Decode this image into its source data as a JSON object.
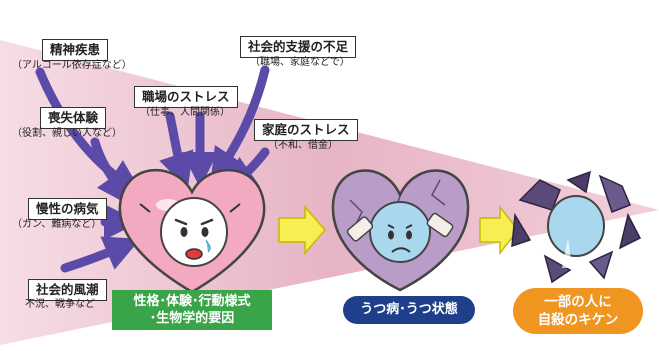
{
  "factors": [
    {
      "key": "mental_illness",
      "title": "精神疾患",
      "detail": "（アルコール依存症など）"
    },
    {
      "key": "bereavement",
      "title": "喪失体験",
      "detail": "（役割、親しい人など）"
    },
    {
      "key": "chronic_illness",
      "title": "慢性の病気",
      "detail": "（ガン、難病など）"
    },
    {
      "key": "social_climate",
      "title": "社会的風潮",
      "detail": "不況、戦争など"
    },
    {
      "key": "workplace_stress",
      "title": "職場のストレス",
      "detail": "（仕事、人間関係）"
    },
    {
      "key": "social_support",
      "title": "社会的支援の不足",
      "detail": "（職場、家庭などで）"
    },
    {
      "key": "family_stress",
      "title": "家庭のストレス",
      "detail": "（不和、借金）"
    }
  ],
  "individual_factors": {
    "line1": "性格･体験･行動様式",
    "line2": "･生物学的要因"
  },
  "stage2_label": "うつ病･うつ状態",
  "stage3_label": {
    "line1": "一部の人に",
    "line2": "自殺のキケン"
  },
  "colors": {
    "wedge": "#e9b9c8",
    "heart": "#f3a9bf",
    "heart_broken": "#b99cc7",
    "heart_shattered": "#5a4a78",
    "arrow_factor": "#5b4aa8",
    "arrow_stage": "#f6ee52",
    "green_box": "#3aa548",
    "navy_pill": "#1f3f8a",
    "orange_pill": "#f0951f"
  },
  "icons": [
    "pink-heart-icon",
    "cracked-heart-icon",
    "shattered-heart-icon",
    "sad-face-icon",
    "bandage-icon"
  ]
}
